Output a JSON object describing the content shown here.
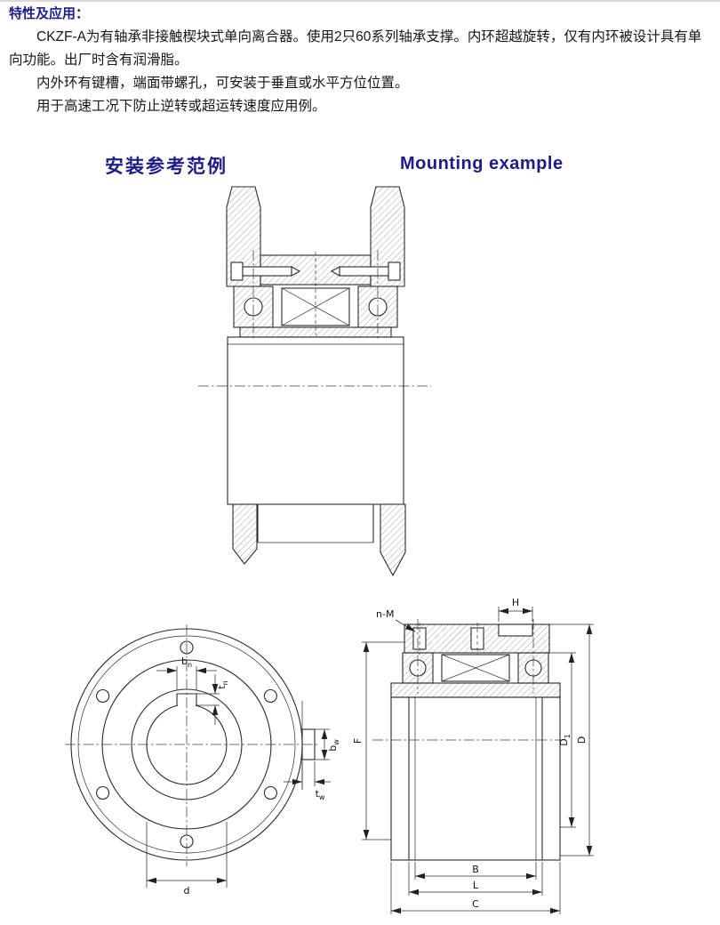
{
  "intro": {
    "heading": "特性及应用：",
    "para1": "CKZF-A为有轴承非接触楔块式单向离合器。使用2只60系列轴承支撑。内环超越旋转，仅有内环被设计具有单向功能。出厂时含有润滑脂。",
    "para2": "内外环有键槽，端面带螺孔，可安装于垂直或水平方位位置。",
    "para3": "用于高速工况下防止逆转或超运转速度应用例。"
  },
  "titles": {
    "zh": "安装参考范例",
    "en": "Mounting example"
  },
  "front_view": {
    "bn_base": "b",
    "bn_sub": "n",
    "tn_base": "t",
    "tn_sub": "n",
    "bw_base": "b",
    "bw_sub": "w",
    "tw_base": "t",
    "tw_sub": "w",
    "d": "d"
  },
  "section_view": {
    "n_m": "n-M",
    "H": "H",
    "F": "F",
    "D1_base": "D",
    "D1_sub": "1",
    "D": "D",
    "B": "B",
    "L": "L",
    "C": "C"
  },
  "colors": {
    "heading_blue": "#1c1c8a",
    "body_text": "#161616",
    "line": "#2b2b2b"
  }
}
